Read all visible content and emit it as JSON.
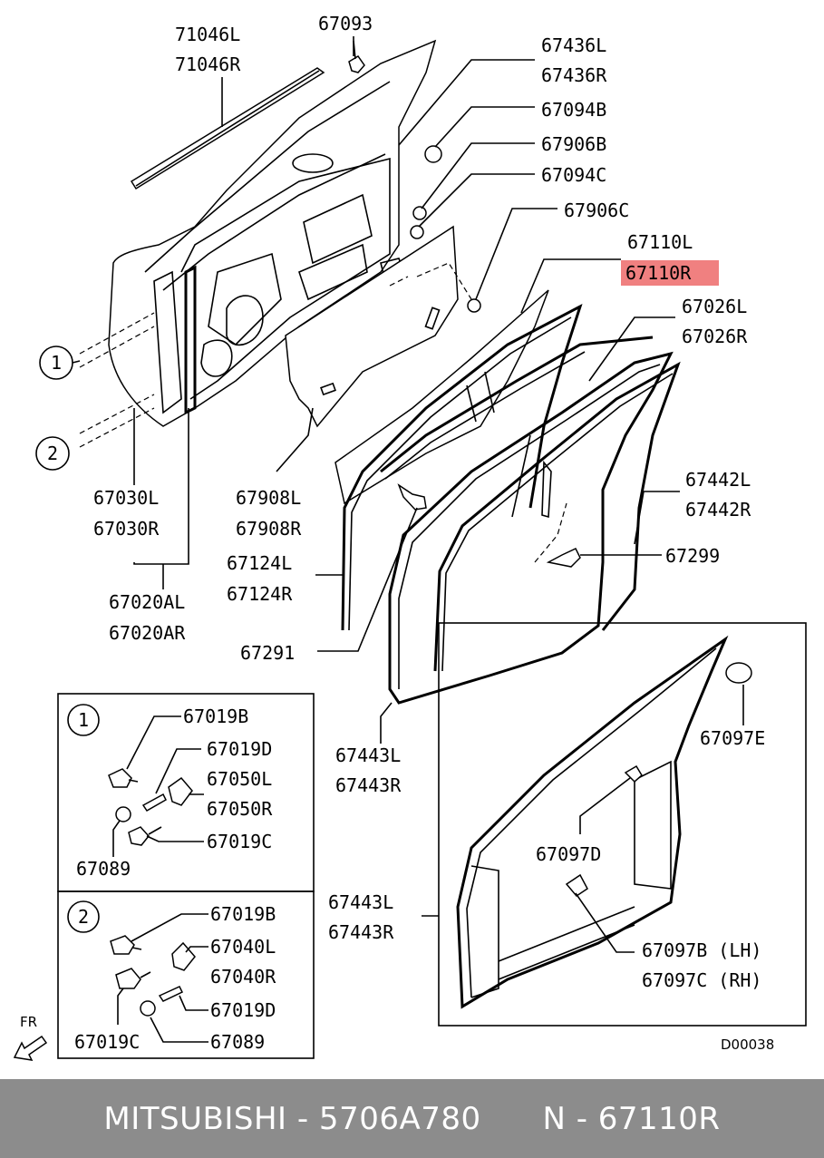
{
  "labels": {
    "l71046L": "71046L",
    "l71046R": "71046R",
    "l67093": "67093",
    "l67436L": "67436L",
    "l67436R": "67436R",
    "l67094B": "67094B",
    "l67906B": "67906B",
    "l67094C": "67094C",
    "l67906C": "67906C",
    "l67110L": "67110L",
    "l67110R": "67110R",
    "l67026L": "67026L",
    "l67026R": "67026R",
    "l67442L": "67442L",
    "l67442R": "67442R",
    "l67299": "67299",
    "l67030L": "67030L",
    "l67030R": "67030R",
    "l67908L": "67908L",
    "l67908R": "67908R",
    "l67124L": "67124L",
    "l67124R": "67124R",
    "l67020AL": "67020AL",
    "l67020AR": "67020AR",
    "l67291": "67291",
    "l67443L_1": "67443L",
    "l67443R_1": "67443R",
    "l67097E": "67097E",
    "l67097D": "67097D",
    "l67443L_2": "67443L",
    "l67443R_2": "67443R",
    "l67097B": "67097B (LH)",
    "l67097C": "67097C (RH)"
  },
  "callouts": {
    "c1": "1",
    "c2": "2"
  },
  "detail1": {
    "num": "1",
    "a": "67019B",
    "b": "67019D",
    "c": "67050L",
    "d": "67050R",
    "e": "67019C",
    "f": "67089"
  },
  "detail2": {
    "num": "2",
    "a": "67019B",
    "b": "67040L",
    "c": "67040R",
    "d": "67019D",
    "e": "67019C",
    "f": "67089"
  },
  "fr_label": "FR",
  "drawing_code": "D00038",
  "footer": "MITSUBISHI - 5706A780      N - 67110R",
  "highlight_color": "#f08080",
  "footer_bg": "#8c8c8c"
}
